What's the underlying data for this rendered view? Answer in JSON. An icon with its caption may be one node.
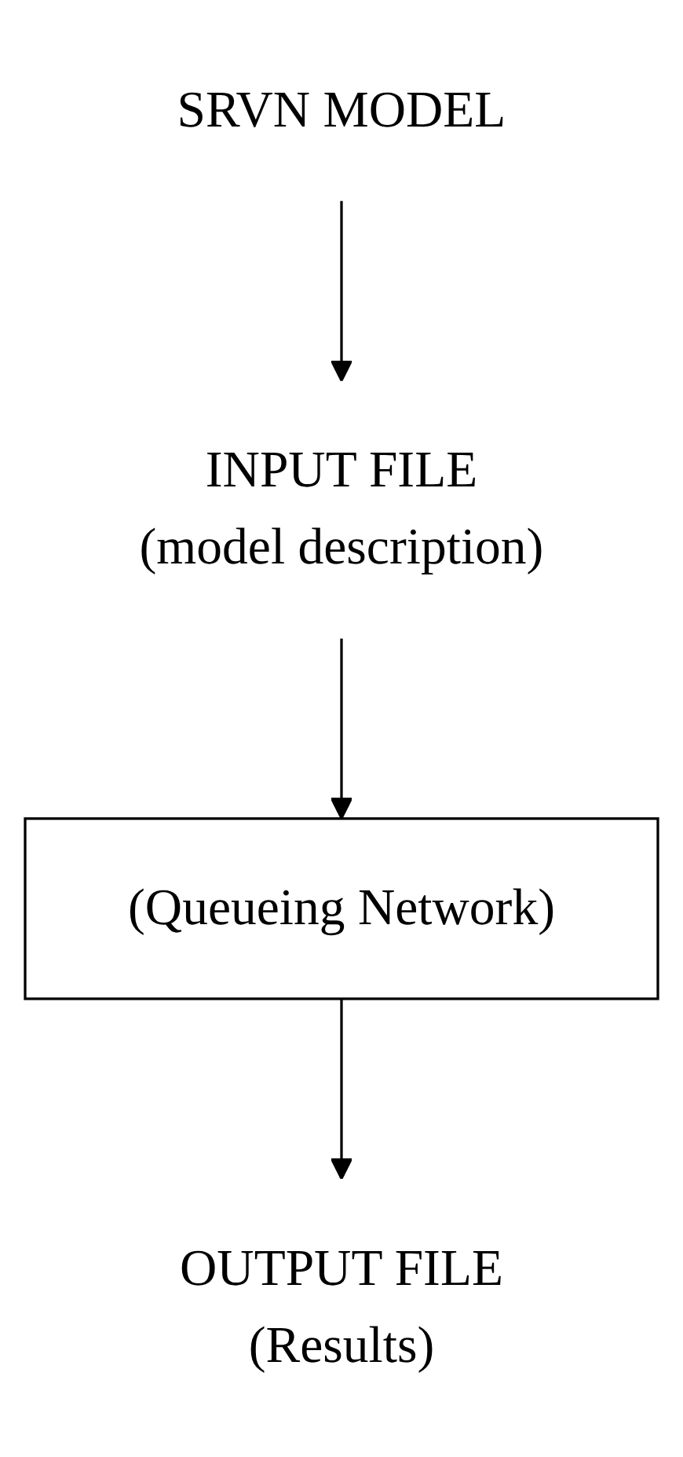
{
  "diagram": {
    "nodes": [
      {
        "text": [
          "SRVN MODEL"
        ]
      },
      {
        "text": [
          "INPUT FILE",
          "(model description)"
        ]
      },
      {
        "text": [
          "(Queueing Network)"
        ]
      },
      {
        "text": [
          "OUTPUT FILE",
          "(Results)"
        ]
      }
    ],
    "edges": [
      {
        "from": 0,
        "to": 1,
        "arrow": "to"
      },
      {
        "from": 1,
        "to": 2,
        "arrow": "to"
      },
      {
        "from": 2,
        "to": 3,
        "arrow": "to"
      }
    ]
  }
}
